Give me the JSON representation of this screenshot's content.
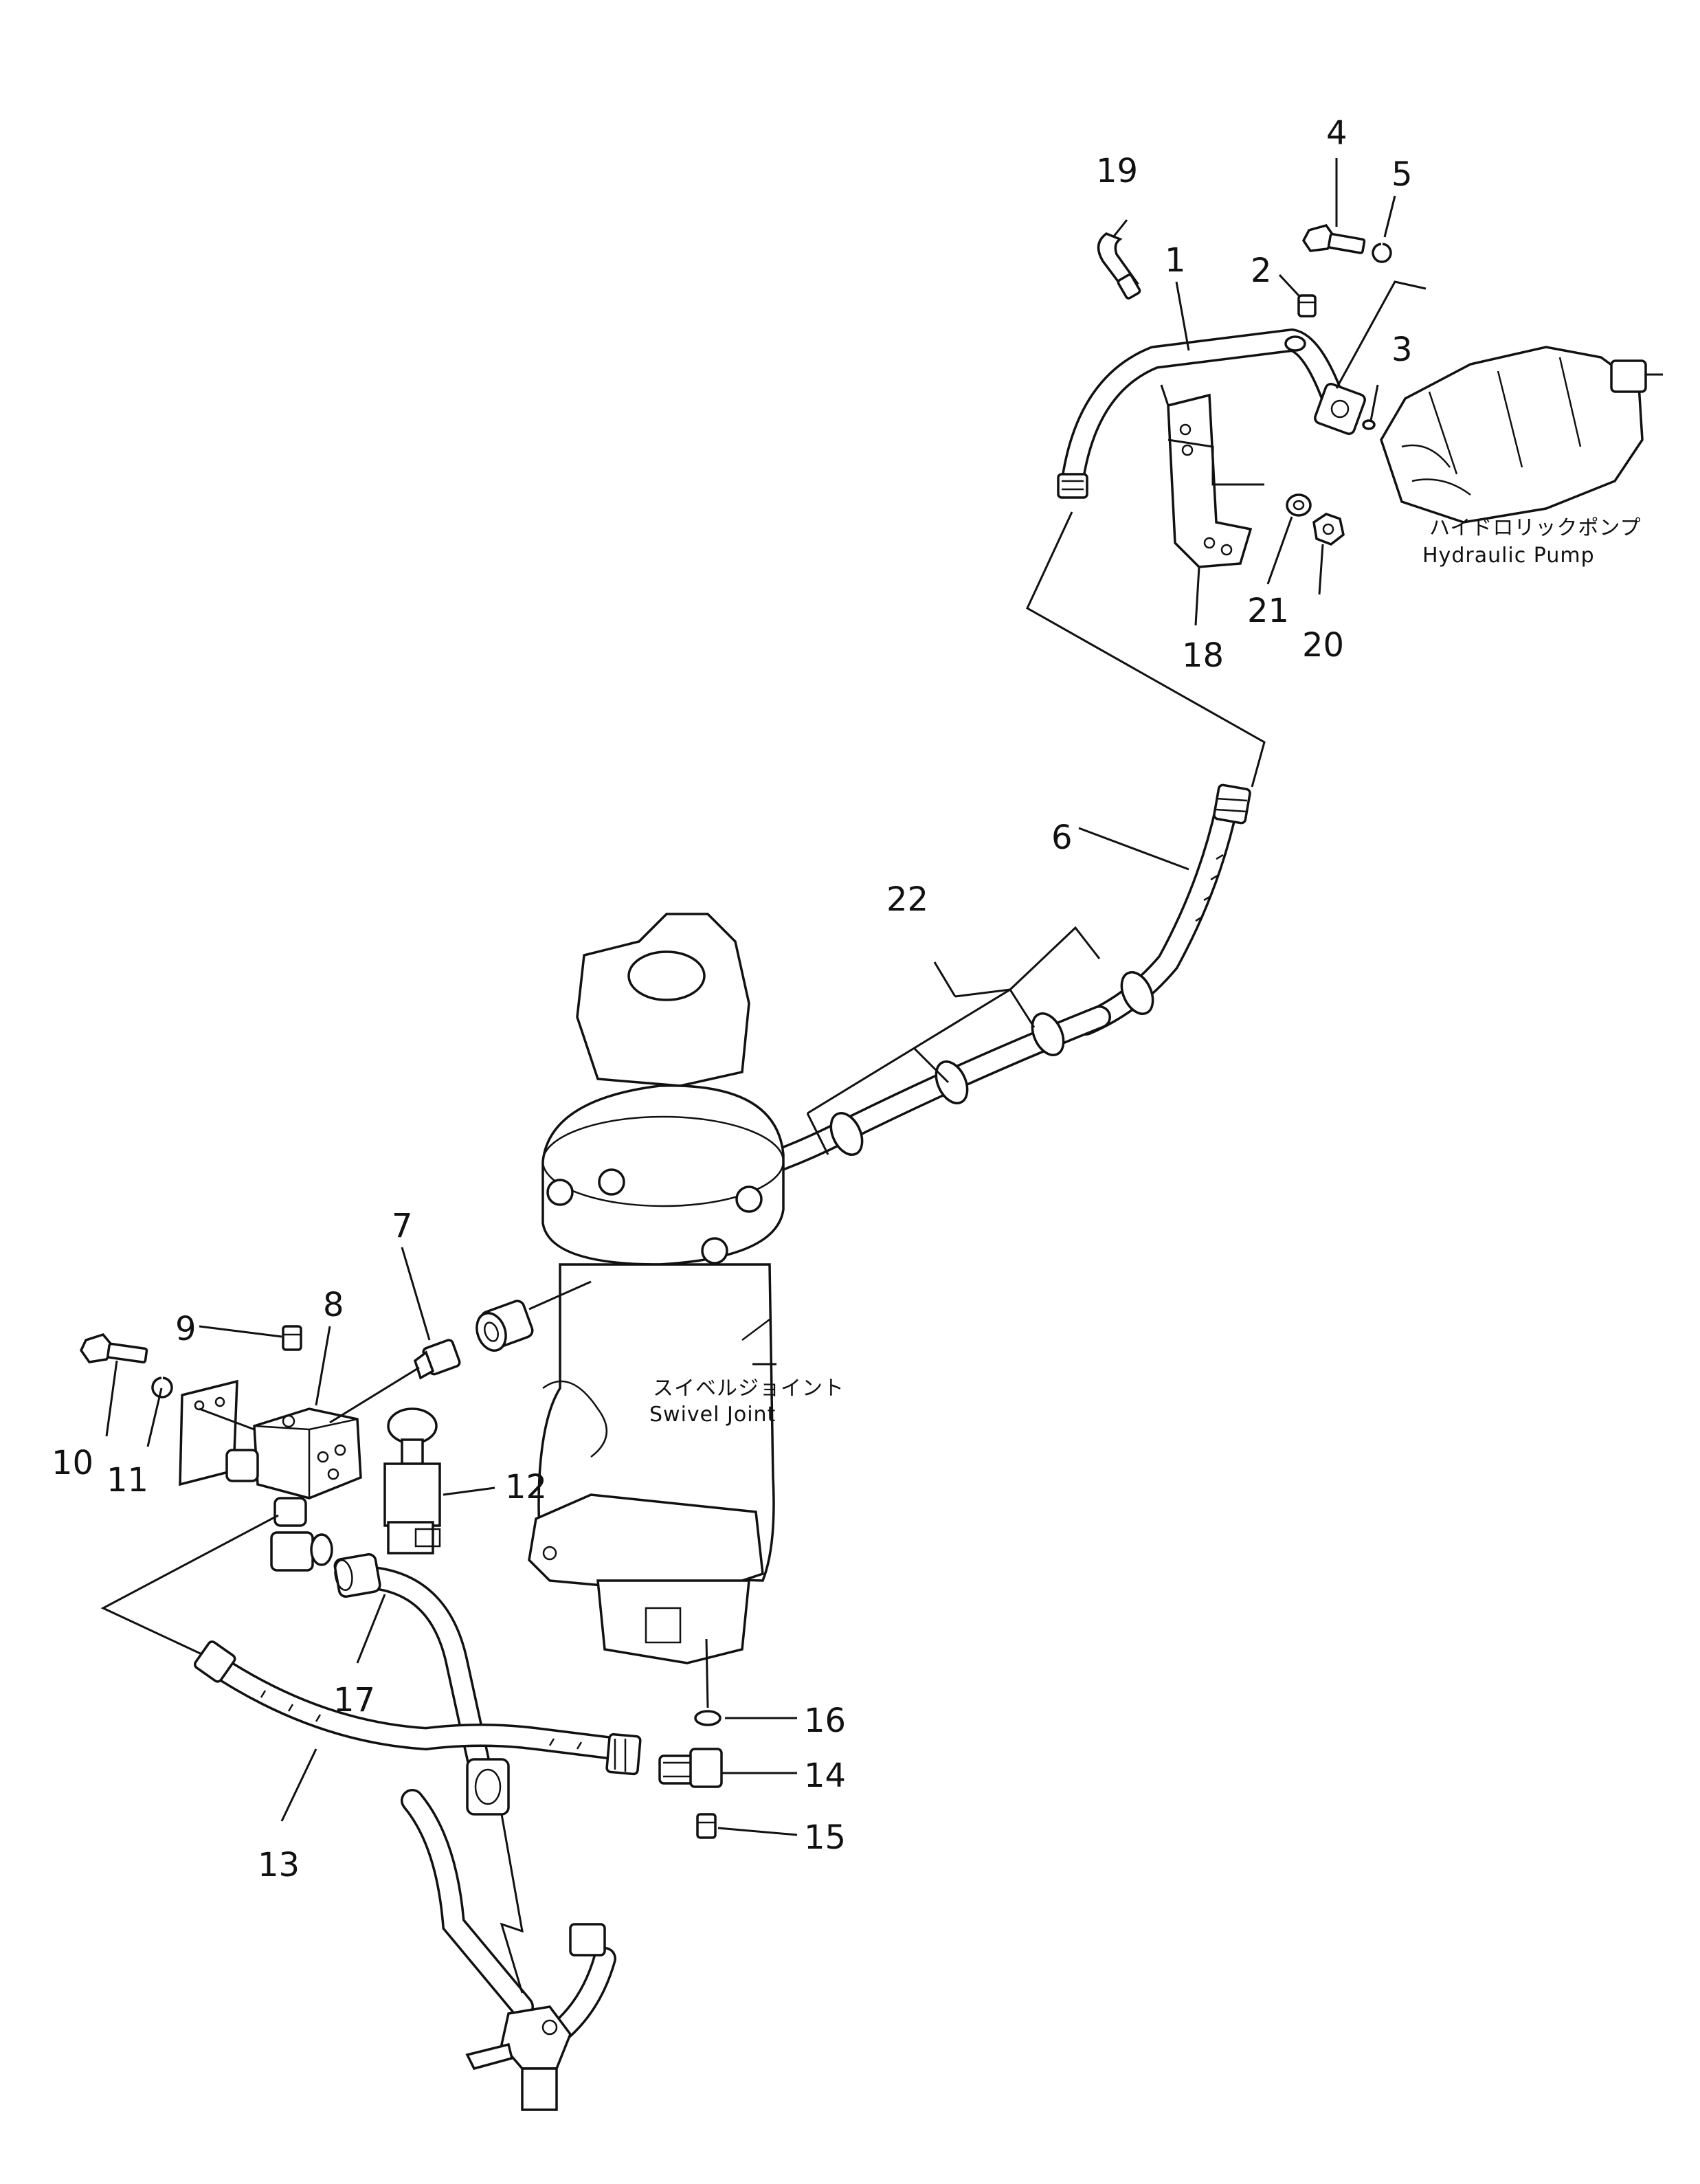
{
  "callouts": [
    "1",
    "2",
    "3",
    "4",
    "5",
    "6",
    "7",
    "8",
    "9",
    "10",
    "11",
    "12",
    "13",
    "14",
    "15",
    "16",
    "17",
    "18",
    "19",
    "20",
    "21",
    "22"
  ],
  "labels": {
    "pump_jp": "ハイドロリックポンプ",
    "pump_en": "Hydraulic  Pump",
    "swivel_jp": "スイベルジョイント",
    "swivel_en": "Swivel  Joint"
  }
}
